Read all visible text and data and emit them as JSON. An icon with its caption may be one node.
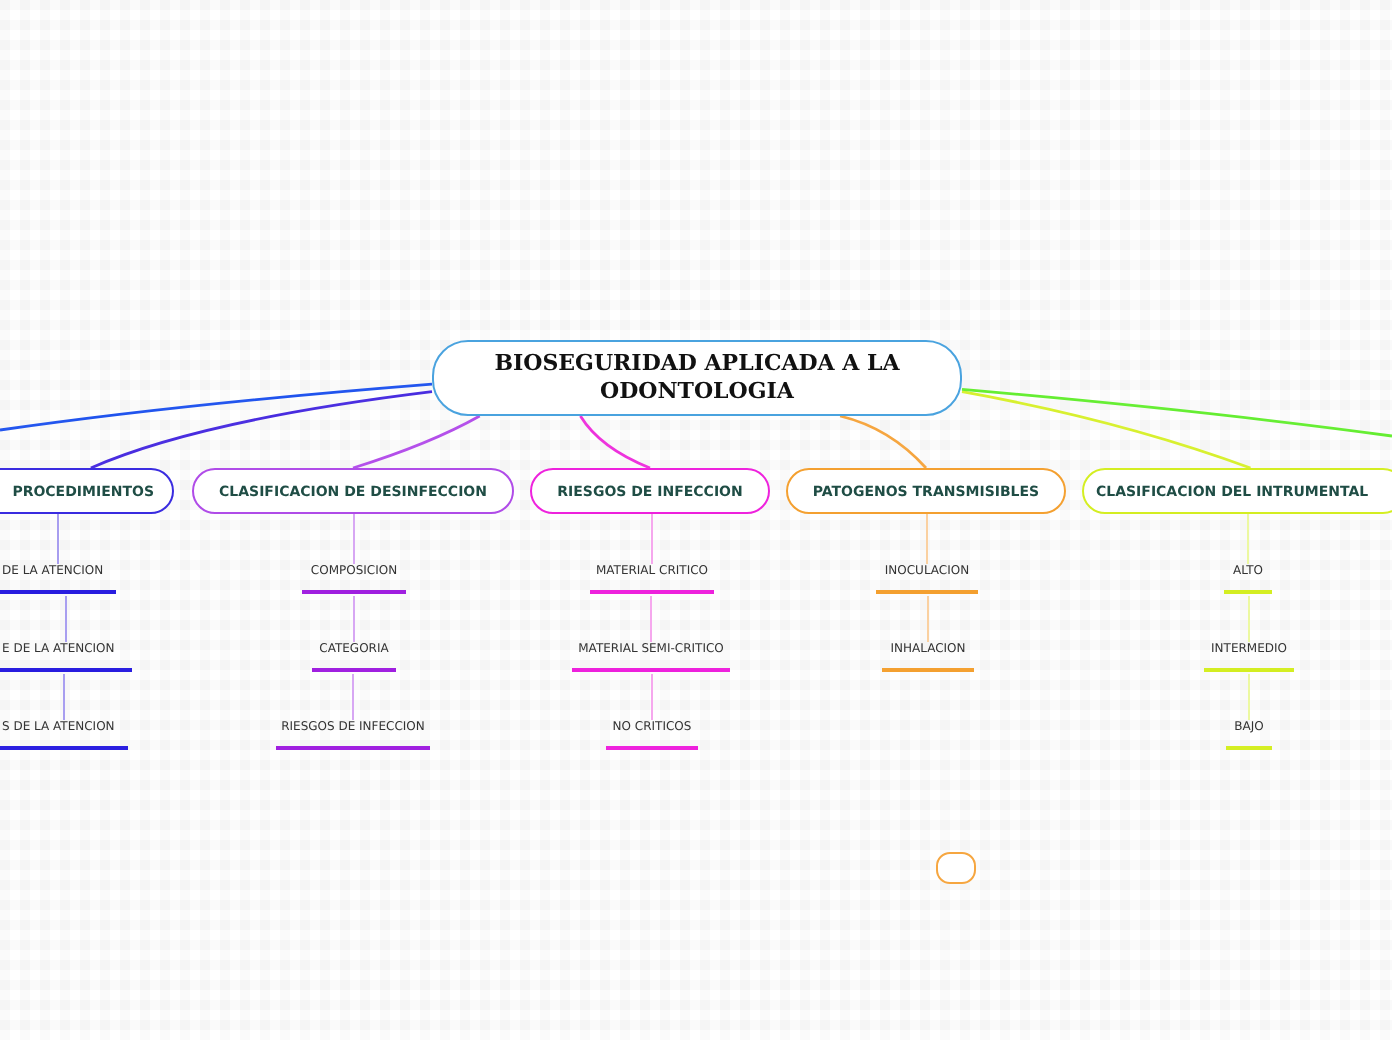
{
  "diagram": {
    "nodes": [
      {
        "text": [
          "BIOSEGURIDAD APLICADA A LA ODONTOLOGIA"
        ]
      },
      {
        "text": [
          "PROCEDIMIENTOS"
        ]
      },
      {
        "text": [
          "DE LA ATENCION"
        ]
      },
      {
        "text": [
          "E DE LA ATENCION"
        ]
      },
      {
        "text": [
          "S DE LA ATENCION"
        ]
      },
      {
        "text": [
          "CLASIFICACION DE DESINFECCION"
        ]
      },
      {
        "text": [
          "COMPOSICION"
        ]
      },
      {
        "text": [
          "CATEGORIA"
        ]
      },
      {
        "text": [
          "RIESGOS DE INFECCION"
        ]
      },
      {
        "text": [
          "RIESGOS DE INFECCION"
        ]
      },
      {
        "text": [
          "MATERIAL CRITICO"
        ]
      },
      {
        "text": [
          "MATERIAL SEMI-CRITICO"
        ]
      },
      {
        "text": [
          "NO CRITICOS"
        ]
      },
      {
        "text": [
          "PATOGENOS TRANSMISIBLES"
        ]
      },
      {
        "text": [
          "INOCULACION"
        ]
      },
      {
        "text": [
          "INHALACION"
        ]
      },
      {
        "text": [
          "CLASIFICACION DEL INTRUMENTAL"
        ]
      },
      {
        "text": [
          "ALTO"
        ]
      },
      {
        "text": [
          "INTERMEDIO"
        ]
      },
      {
        "text": [
          "BAJO"
        ]
      },
      {
        "text": [],
        "shape": "box"
      }
    ],
    "edges": [
      {
        "from": 0,
        "to": null,
        "arrow": "none",
        "color": "#2255ee"
      },
      {
        "from": 0,
        "to": 1,
        "arrow": "none",
        "color": "#4a2ee0"
      },
      {
        "from": 0,
        "to": 5,
        "arrow": "none",
        "color": "#b450ea"
      },
      {
        "from": 0,
        "to": 9,
        "arrow": "none",
        "color": "#ee33dd"
      },
      {
        "from": 0,
        "to": 13,
        "arrow": "none",
        "color": "#f6a640"
      },
      {
        "from": 0,
        "to": 16,
        "arrow": "none",
        "color": "#d8f030"
      },
      {
        "from": 0,
        "to": null,
        "arrow": "none",
        "color": "#66ee33"
      },
      {
        "from": 1,
        "to": 2,
        "arrow": "none",
        "color": "#a89ef0"
      },
      {
        "from": 2,
        "to": 3,
        "arrow": "none",
        "color": "#a89ef0"
      },
      {
        "from": 3,
        "to": 4,
        "arrow": "none",
        "color": "#a89ef0"
      },
      {
        "from": 5,
        "to": 6,
        "arrow": "none",
        "color": "#d8a8f4"
      },
      {
        "from": 6,
        "to": 7,
        "arrow": "none",
        "color": "#d8a8f4"
      },
      {
        "from": 7,
        "to": 8,
        "arrow": "none",
        "color": "#d8a8f4"
      },
      {
        "from": 9,
        "to": 10,
        "arrow": "none",
        "color": "#f6a8ee"
      },
      {
        "from": 10,
        "to": 11,
        "arrow": "none",
        "color": "#f6a8ee"
      },
      {
        "from": 11,
        "to": 12,
        "arrow": "none",
        "color": "#f6a8ee"
      },
      {
        "from": 13,
        "to": 14,
        "arrow": "none",
        "color": "#fad0a0"
      },
      {
        "from": 14,
        "to": 15,
        "arrow": "none",
        "color": "#fad0a0"
      },
      {
        "from": 16,
        "to": 17,
        "arrow": "none",
        "color": "#ecf8a0"
      },
      {
        "from": 17,
        "to": 18,
        "arrow": "none",
        "color": "#ecf8a0"
      },
      {
        "from": 18,
        "to": 19,
        "arrow": "none",
        "color": "#ecf8a0"
      }
    ]
  }
}
